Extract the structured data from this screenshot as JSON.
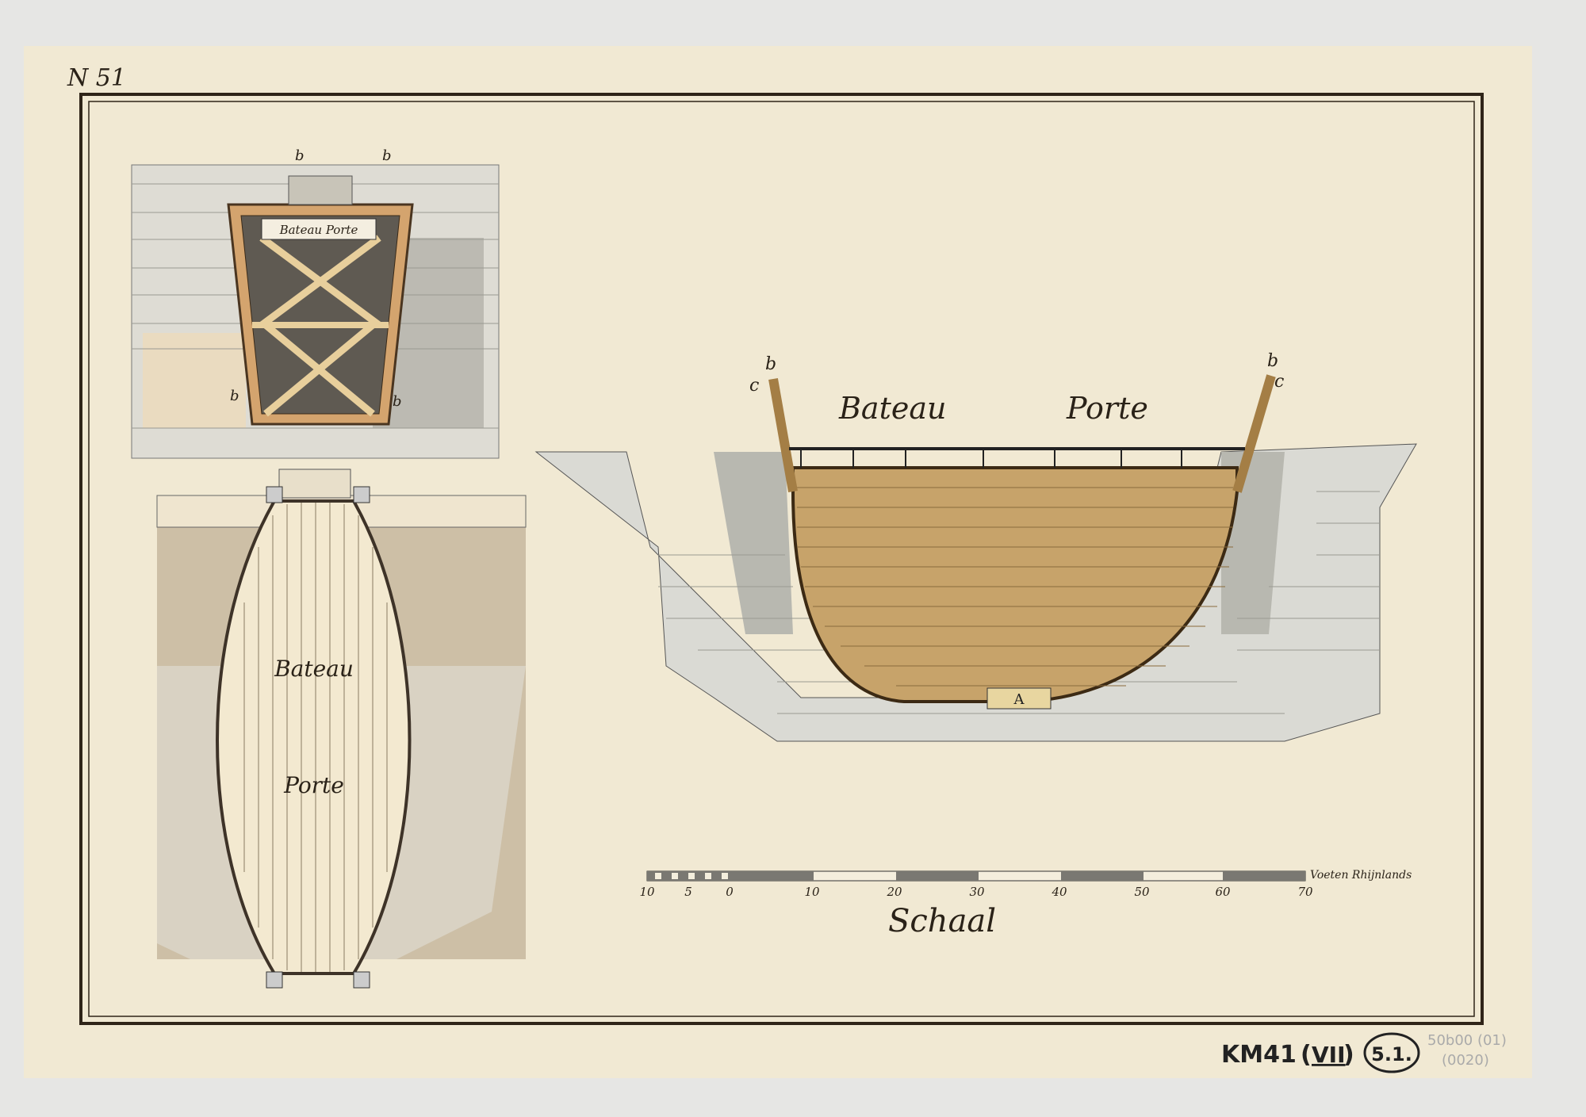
{
  "sheet": {
    "number": "N 51",
    "catalog_mark": "KM41",
    "catalog_volume": "VII",
    "catalog_circle": "5.1.",
    "pencil_note_1": "50b00 (01)",
    "pencil_note_2": "(0020)"
  },
  "top_plan": {
    "label": "Bateau Porte",
    "marks": [
      "b",
      "b",
      "b",
      "b"
    ]
  },
  "bottom_plan": {
    "label_1": "Bateau",
    "label_2": "Porte"
  },
  "section": {
    "label_1": "Bateau",
    "label_2": "Porte",
    "marks": {
      "b": "b",
      "c": "c",
      "a": "A"
    }
  },
  "scale": {
    "title": "Schaal",
    "unit": "Voeten Rhijnlands",
    "ticks": [
      "10",
      "5",
      "0",
      "10",
      "20",
      "30",
      "40",
      "50",
      "60",
      "70"
    ]
  },
  "colors": {
    "paper": "#f1e9d3",
    "ink": "#2a2218",
    "wood": "#c9a66b",
    "stone": "#dcdcd6"
  }
}
